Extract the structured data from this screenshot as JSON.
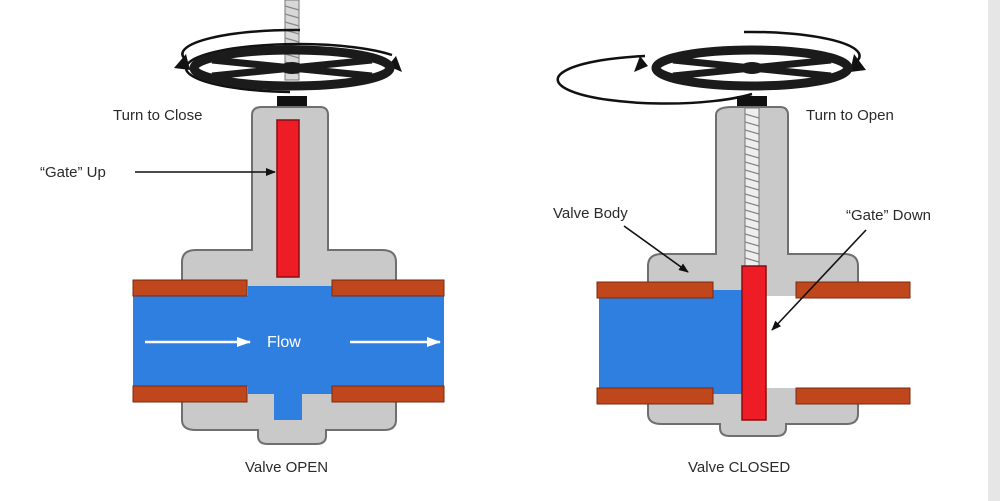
{
  "labels": {
    "turn_to_close": "Turn to Close",
    "gate_up": "“Gate” Up",
    "flow": "Flow",
    "valve_open": "Valve OPEN",
    "turn_to_open": "Turn to Open",
    "valve_body": "Valve Body",
    "gate_down": "“Gate” Down",
    "valve_closed": "Valve CLOSED"
  },
  "colors": {
    "body_gray": "#c9c9c9",
    "body_outline": "#6f6f6f",
    "fluid_blue": "#2f7fe0",
    "gate_red": "#ee1c25",
    "pipe_rust": "#c0461b",
    "wheel_black": "#1b1b1b"
  }
}
